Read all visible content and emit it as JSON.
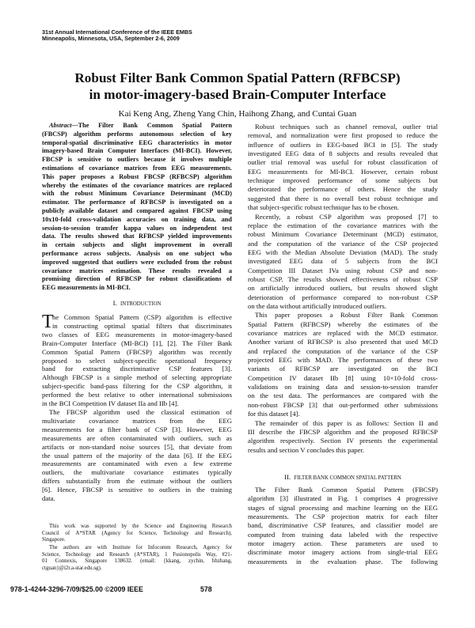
{
  "header": {
    "conference_line1": "31st Annual International Conference of the IEEE EMBS",
    "conference_line2": "Minneapolis, Minnesota, USA, September 2-6, 2009"
  },
  "title": {
    "line1": "Robust Filter Bank Common Spatial Pattern (RFBCSP)",
    "line2": "in motor-imagery-based Brain-Computer Interface"
  },
  "authors": "Kai Keng Ang, Zheng Yang Chin, Haihong Zhang, and Cuntai Guan",
  "abstract": {
    "label": "Abstract",
    "lines": [
      "—The Filter Bank Common Spatial Pattern",
      "(FBCSP) algorithm performs autonomous selection of key",
      "temporal-spatial discriminative EEG characteristics in motor",
      "imagery-based Brain Computer Interfaces (MI-BCI). However,",
      "FBCSP is sensitive to outliers because it involves multiple",
      "estimations of covariance matrices from EEG measurements.",
      "This paper proposes a Robust FBCSP (RFBCSP) algorithm",
      "whereby the estimates of the covariance matrices are replaced",
      "with the robust Minimum Covariance Determinant (MCD)",
      "estimator. The performance of RFBCSP is investigated on a",
      "publicly available dataset and compared against FBCSP using",
      "10x10-fold cross-validation accuracies on training data, and",
      "session-to-session transfer kappa values on independent test",
      "data. The results showed that RFBCSP yielded improvements",
      "in certain subjects and slight improvement in overall",
      "performance across subjects. Analysis on one subject who",
      "improved suggested that outliers were excluded from the robust",
      "covariance matrices estimation. These results revealed a",
      "promising direction of RFBCSP for robust classifications of",
      "EEG measurements in MI-BCI."
    ]
  },
  "section1": {
    "number": "I.",
    "title": "INTRODUCTION",
    "drop_cap": "T",
    "p1": [
      "he Common Spatial Pattern (CSP) algorithm is effective",
      "in constructing optimal spatial filters that discriminates",
      "two classes of EEG measurements in motor-imagery-based",
      "Brain-Computer Interface (MI-BCI) [1], [2]. The Filter Bank",
      "Common Spatial Pattern (FBCSP) algorithm was recently",
      "proposed to select subject-specific operational frequency",
      "band for extracting discriminative CSP features [3].",
      "Although FBCSP is a simple method of selecting appropriate",
      "subject-specific band-pass filtering for the CSP algorithm, it",
      "performed the best relative to other international submissions",
      "in the BCI Competition IV dataset IIa and IIb [4]."
    ],
    "p2": [
      "The FBCSP algorithm used the classical estimation of",
      "multivariate covariance matrices from the EEG",
      "measurements for a filter bank of CSP [3]. However, EEG",
      "measurements are often contaminated with outliers, such as",
      "artifacts or non-standard noise sources [5], that deviate from",
      "the usual pattern of the majority of the data [6]. If the EEG",
      "measurements are contaminated with even a few extreme",
      "outliers, the multivariate covariance estimates typically",
      "differs substantially from the estimate without the outliers",
      "[6]. Hence, FBCSP is sensitive to outliers in the training",
      "data."
    ],
    "p3": [
      "Robust techniques such as channel removal, outlier trial",
      "removal, and normalization were first proposed to reduce the",
      "influence of outliers in EEG-based BCI in [5]. The study",
      "investigated EEG data of 8 subjects and results revealed that",
      "outlier trial removal was useful for robust classification of",
      "EEG measurements for MI-BCI. However, certain robust",
      "technique improved performance of some subjects but",
      "deteriorated the performance of others. Hence the study",
      "suggested that there is no overall best robust technique and",
      "that subject-specific robust technique has to be chosen."
    ],
    "p4": [
      "Recently, a robust CSP algorithm was proposed [7] to",
      "replace the estimation of the covariance matrices with the",
      "robust Minimum Covariance Determinant (MCD) estimator,",
      "and the computation of the variance of the CSP projected",
      "EEG with the Median Absolute Deviation (MAD). The study",
      "investigated EEG data of 5 subjects from the BCI",
      "Competition III Dataset IVa using robust CSP and non-",
      "robust CSP. The results showed effectiveness of robust CSP",
      "on artificially introduced outliers, but results showed slight",
      "deterioration of performance compared to non-robust CSP",
      "on the data without artificially introduced outliers."
    ],
    "p5": [
      "This paper proposes a Robust Filter Bank Common",
      "Spatial Pattern (RFBCSP) whereby the estimates of the",
      "covariance matrices are replaced with the MCD estimator.",
      "Another variant of RFBCSP is also presented that used MCD",
      "and replaced the computation of the variance of the CSP",
      "projected EEG with MAD. The performances of these two",
      "variants of RFBCSP are investigated on the BCI",
      "Competition IV dataset IIb [8] using 10×10-fold cross-",
      "validations on training data and session-to-session transfer",
      "on the test data. The performances are compared with the",
      "non-robust FBCSP [3] that out-performed other submissions",
      "for this dataset [4]."
    ],
    "p6": [
      "The remainder of this paper is as follows: Section II and",
      "III describe the FBCSP algorithm and the proposed RFBCSP",
      "algorithm respectively. Section IV presents the experimental",
      "results and section V concludes this paper."
    ]
  },
  "section2": {
    "number": "II.",
    "title": "FILTER BANK COMMON SPATIAL PATTERN",
    "p1": [
      "The Filter Bank Common Spatial Pattern (FBCSP)",
      "algorithm [3] illustrated in Fig. 1 comprises 4 progressive",
      "stages of signal processing and machine learning on the EEG",
      "measurements. The CSP projection matrix for each filter",
      "band, discriminative CSP features, and classifier model are",
      "computed from training data labeled with the respective",
      "motor imagery action. These parameters are used to",
      "discriminate motor imagery actions from single-trial EEG",
      "measurements in the evaluation phase. The following"
    ]
  },
  "footnotes": {
    "f1": [
      "This work was supported by the Science and Engineering Research",
      "Council of A*STAR (Agency for Science, Technology and Research),",
      "Singapore."
    ],
    "f2": [
      "The authors are with Institute for Infocomm Research, Agency for",
      "Science, Technology and Research (A*STAR), 1 Fusionopolis Way, #21-",
      "01 Connexis, Singapore 138632. (email: {kkang, zychin, hhzhang,",
      "ctguan}@i2r.a-star.edu.sg)."
    ]
  },
  "footer": {
    "isbn": "978-1-4244-3296-7/09/$25.00 ©2009 IEEE",
    "page_number": "578"
  }
}
